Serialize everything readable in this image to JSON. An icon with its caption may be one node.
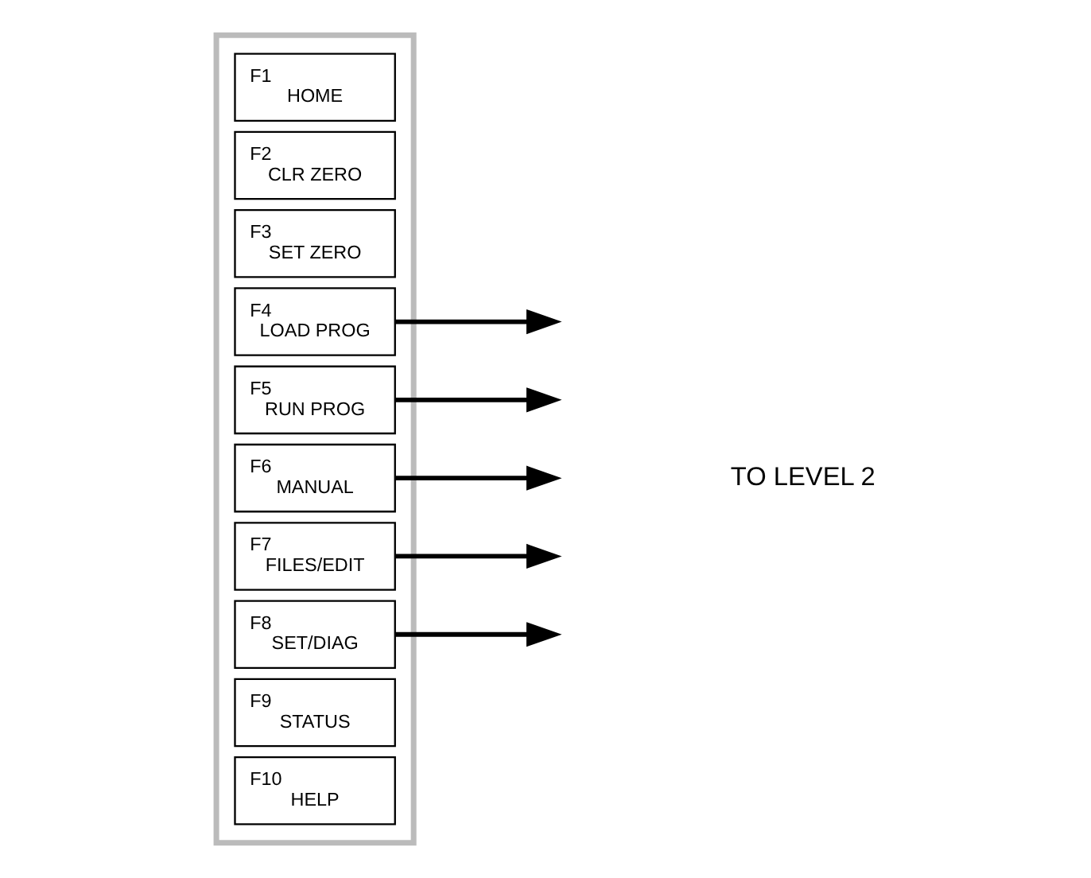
{
  "diagram": {
    "nodes": [
      {
        "text": [],
        "shape": "box"
      },
      {
        "text": [
          "F1",
          "HOME"
        ],
        "in": 0
      },
      {
        "text": [
          "F2",
          "CLR ZERO"
        ],
        "in": 0
      },
      {
        "text": [
          "F3",
          "SET ZERO"
        ],
        "in": 0
      },
      {
        "text": [
          "F4",
          "LOAD PROG"
        ],
        "in": 0
      },
      {
        "text": [
          "F5",
          "RUN PROG"
        ],
        "in": 0
      },
      {
        "text": [
          "F6",
          "MANUAL"
        ],
        "in": 0
      },
      {
        "text": [
          "F7",
          "FILES/EDIT"
        ],
        "in": 0
      },
      {
        "text": [
          "F8",
          "SET/DIAG"
        ],
        "in": 0
      },
      {
        "text": [
          "F9",
          "STATUS"
        ],
        "in": 0
      },
      {
        "text": [
          "F10",
          "HELP"
        ],
        "in": 0
      }
    ],
    "edges": [
      {
        "from": 4,
        "to": null,
        "arrow": "to"
      },
      {
        "from": 5,
        "to": null,
        "arrow": "to"
      },
      {
        "from": 6,
        "to": null,
        "arrow": "to"
      },
      {
        "from": 7,
        "to": null,
        "arrow": "to"
      },
      {
        "from": 8,
        "to": null,
        "arrow": "to"
      }
    ],
    "labels": [
      "TO LEVEL 2"
    ]
  }
}
